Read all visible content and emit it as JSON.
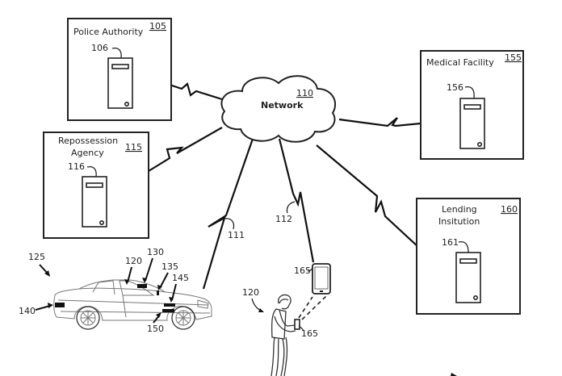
{
  "figure": {
    "type": "patent system diagram",
    "network": {
      "label": "Network",
      "ref": "110"
    },
    "entities": [
      {
        "id": "police",
        "label_lines": [
          "Police Authority"
        ],
        "ref": "105",
        "server_ref": "106"
      },
      {
        "id": "repossession",
        "label_lines": [
          "Repossession",
          "Agency"
        ],
        "ref": "115",
        "server_ref": "116"
      },
      {
        "id": "medical",
        "label_lines": [
          "Medical Facility"
        ],
        "ref": "155",
        "server_ref": "156"
      },
      {
        "id": "lending",
        "label_lines": [
          "Lending",
          "Insitution"
        ],
        "ref": "160",
        "server_ref": "161"
      }
    ],
    "links": [
      {
        "from": "police",
        "to": "network"
      },
      {
        "from": "repossession",
        "to": "network"
      },
      {
        "from": "medical",
        "to": "network"
      },
      {
        "from": "lending",
        "to": "network"
      },
      {
        "from": "vehicle",
        "to": "network",
        "ref": "111"
      },
      {
        "from": "mobile-device",
        "to": "network",
        "ref": "112"
      }
    ],
    "vehicle": {
      "ref": "125",
      "components": [
        "120",
        "130",
        "135",
        "140",
        "145",
        "150"
      ]
    },
    "user": {
      "ref": "120",
      "device_ref_upper": "165",
      "device_ref_lower": "165"
    }
  }
}
